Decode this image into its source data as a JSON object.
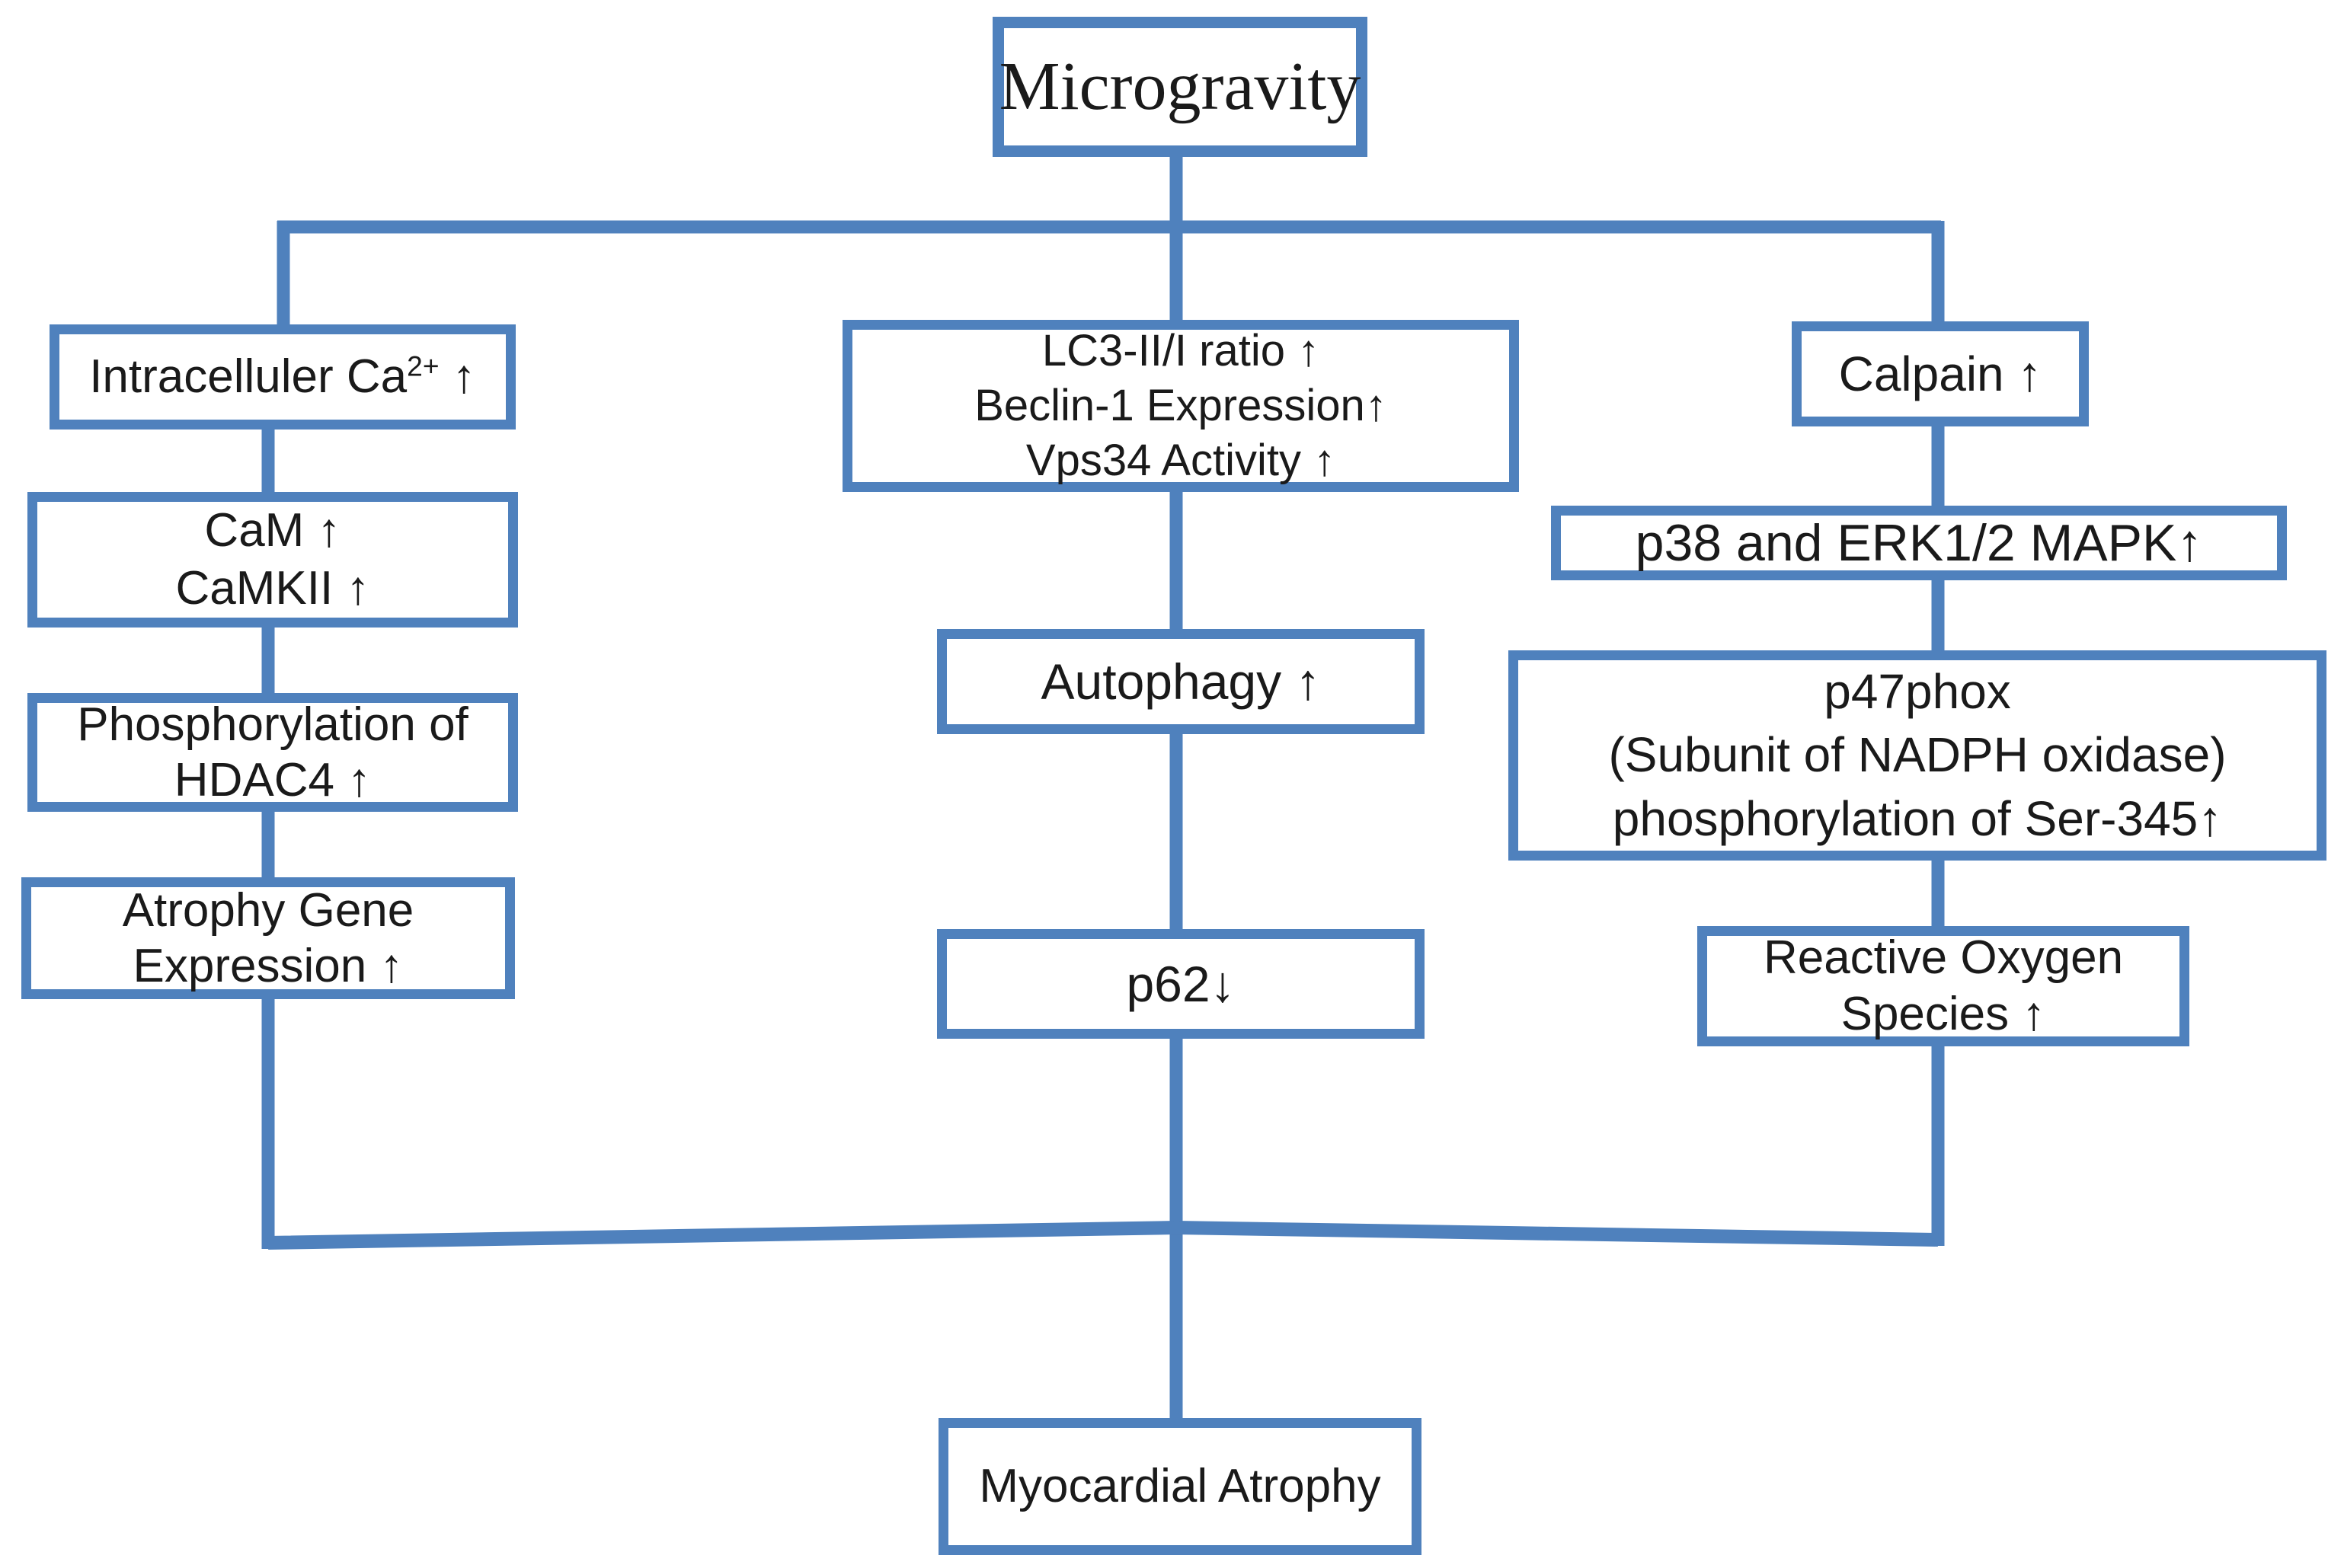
{
  "diagram": {
    "accent_color": "#4f81bd",
    "text_color": "#1a1a1a",
    "background_color": "#ffffff",
    "nodes": {
      "microgravity": {
        "label": "Microgravity"
      },
      "intracellular_ca": {
        "label_pre": "Intracelluler Ca",
        "label_sup": "2+",
        "label_post": " ↑"
      },
      "cam_camkii": {
        "lines": [
          "CaM ↑",
          "CaMKII ↑"
        ]
      },
      "phosphorylation_hdac4": {
        "lines": [
          "Phosphorylation of",
          "HDAC4 ↑"
        ]
      },
      "atrophy_gene_expression": {
        "lines": [
          "Atrophy Gene",
          "Expression ↑"
        ]
      },
      "autophagy_markers": {
        "lines": [
          "LC3-II/I ratio ↑",
          "Beclin-1 Expression↑",
          "Vps34 Activity ↑"
        ]
      },
      "autophagy": {
        "label": "Autophagy ↑"
      },
      "p62": {
        "label": "p62↓"
      },
      "calpain": {
        "label": "Calpain ↑"
      },
      "mapk": {
        "label": "p38 and ERK1/2 MAPK↑"
      },
      "p47phox": {
        "lines": [
          "p47phox",
          "(Subunit of NADPH oxidase)",
          "phosphorylation of Ser-345↑"
        ]
      },
      "reactive_oxygen_species": {
        "lines": [
          "Reactive Oxygen",
          "Species ↑"
        ]
      },
      "myocardial_atrophy": {
        "label": "Myocardial Atrophy"
      }
    }
  }
}
